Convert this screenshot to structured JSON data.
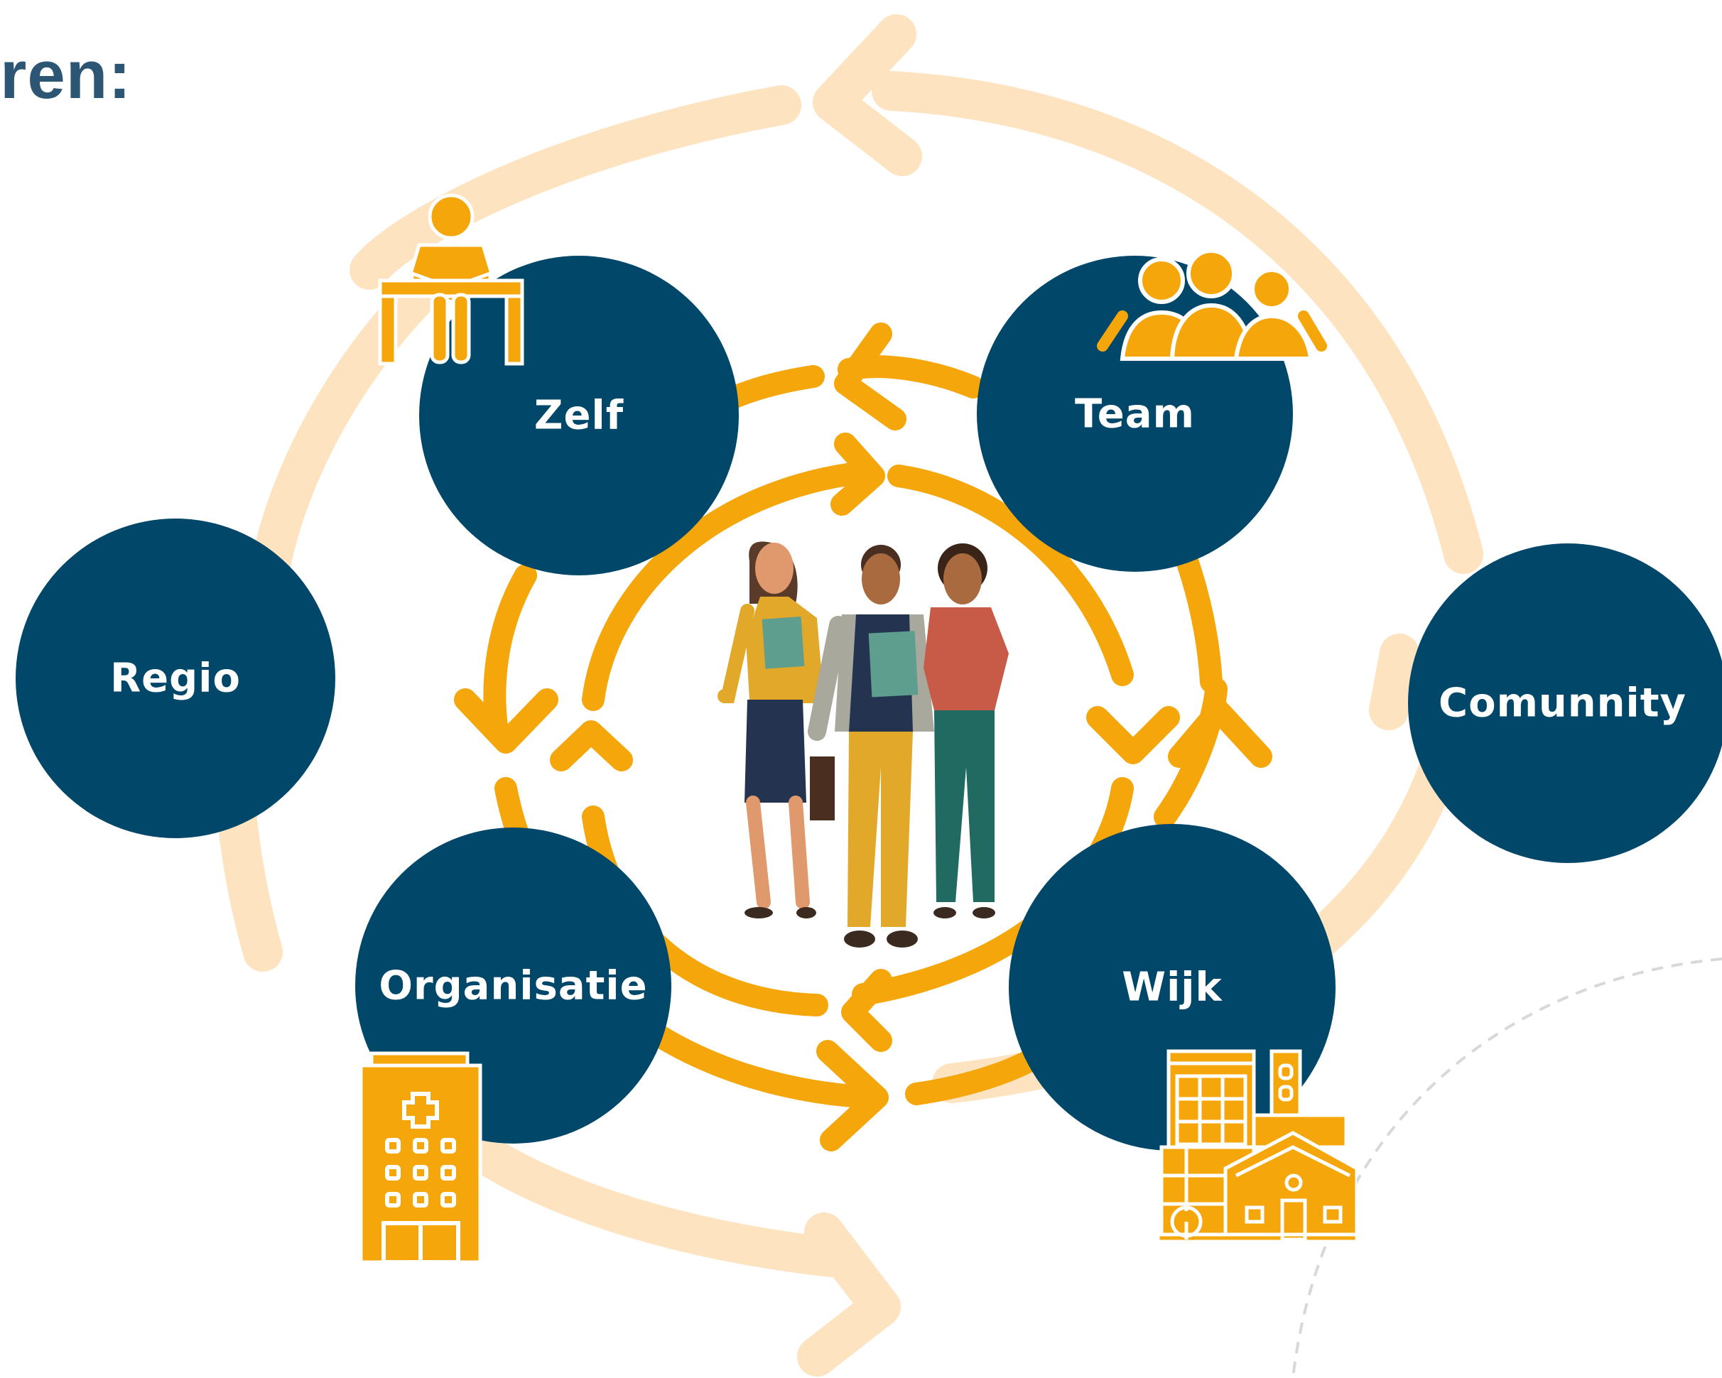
{
  "heading": "ren:",
  "nodes": {
    "zelf": "Zelf",
    "team": "Team",
    "regio": "Regio",
    "community": "Comunnity",
    "organisatie": "Organisatie",
    "wijk": "Wijk"
  },
  "icons": {
    "zelf": "person-reading-at-desk-icon",
    "team": "group-of-people-icon",
    "organisatie": "hospital-building-icon",
    "wijk": "neighborhood-buildings-icon",
    "center": "three-professionals-illustration"
  },
  "colors": {
    "title": "#2c5673",
    "node": "#004769",
    "accent": "#f4a60b",
    "outer_cycle": "#fde3bf",
    "node_text": "#ffffff"
  }
}
